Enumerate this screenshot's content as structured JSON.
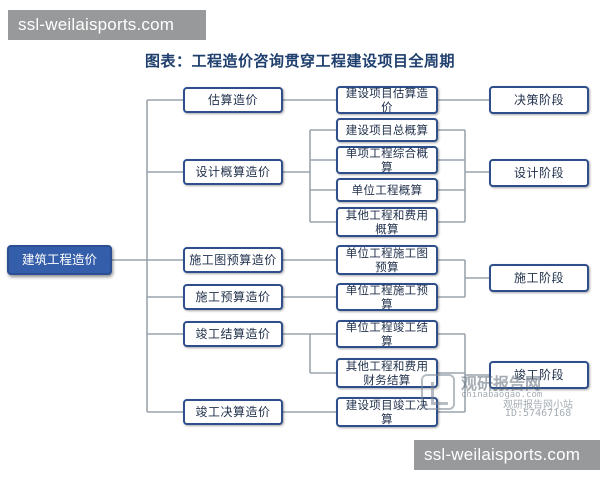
{
  "watermark_top": "ssl-weilaisports.com",
  "watermark_bottom": "ssl-weilaisports.com",
  "title": "图表：工程造价咨询贯穿工程建设项目全周期",
  "root": "建筑工程造价",
  "level2": [
    "估算造价",
    "设计概算造价",
    "施工图预算造价",
    "施工预算造价",
    "竣工结算造价",
    "竣工决算造价"
  ],
  "level3": [
    "建设项目估算造价",
    "建设项目总概算",
    "单项工程综合概算",
    "单位工程概算",
    "其他工程和费用概算",
    "单位工程施工图预算",
    "单位工程施工预算",
    "单位工程竣工结算",
    "其他工程和费用财务结算",
    "建设项目竣工决算"
  ],
  "stages": [
    "决策阶段",
    "设计阶段",
    "施工阶段",
    "竣工阶段"
  ],
  "logo": {
    "brand_cn": "观研报告网",
    "brand_url": "chinabaogao.com",
    "sub1": "观研报告网小站",
    "sub2": "ID:57467168"
  },
  "colors": {
    "root_fill": "#355eaa",
    "border": "#2e4f8c",
    "line": "#9aa3ad",
    "title": "#1f3f6e"
  }
}
